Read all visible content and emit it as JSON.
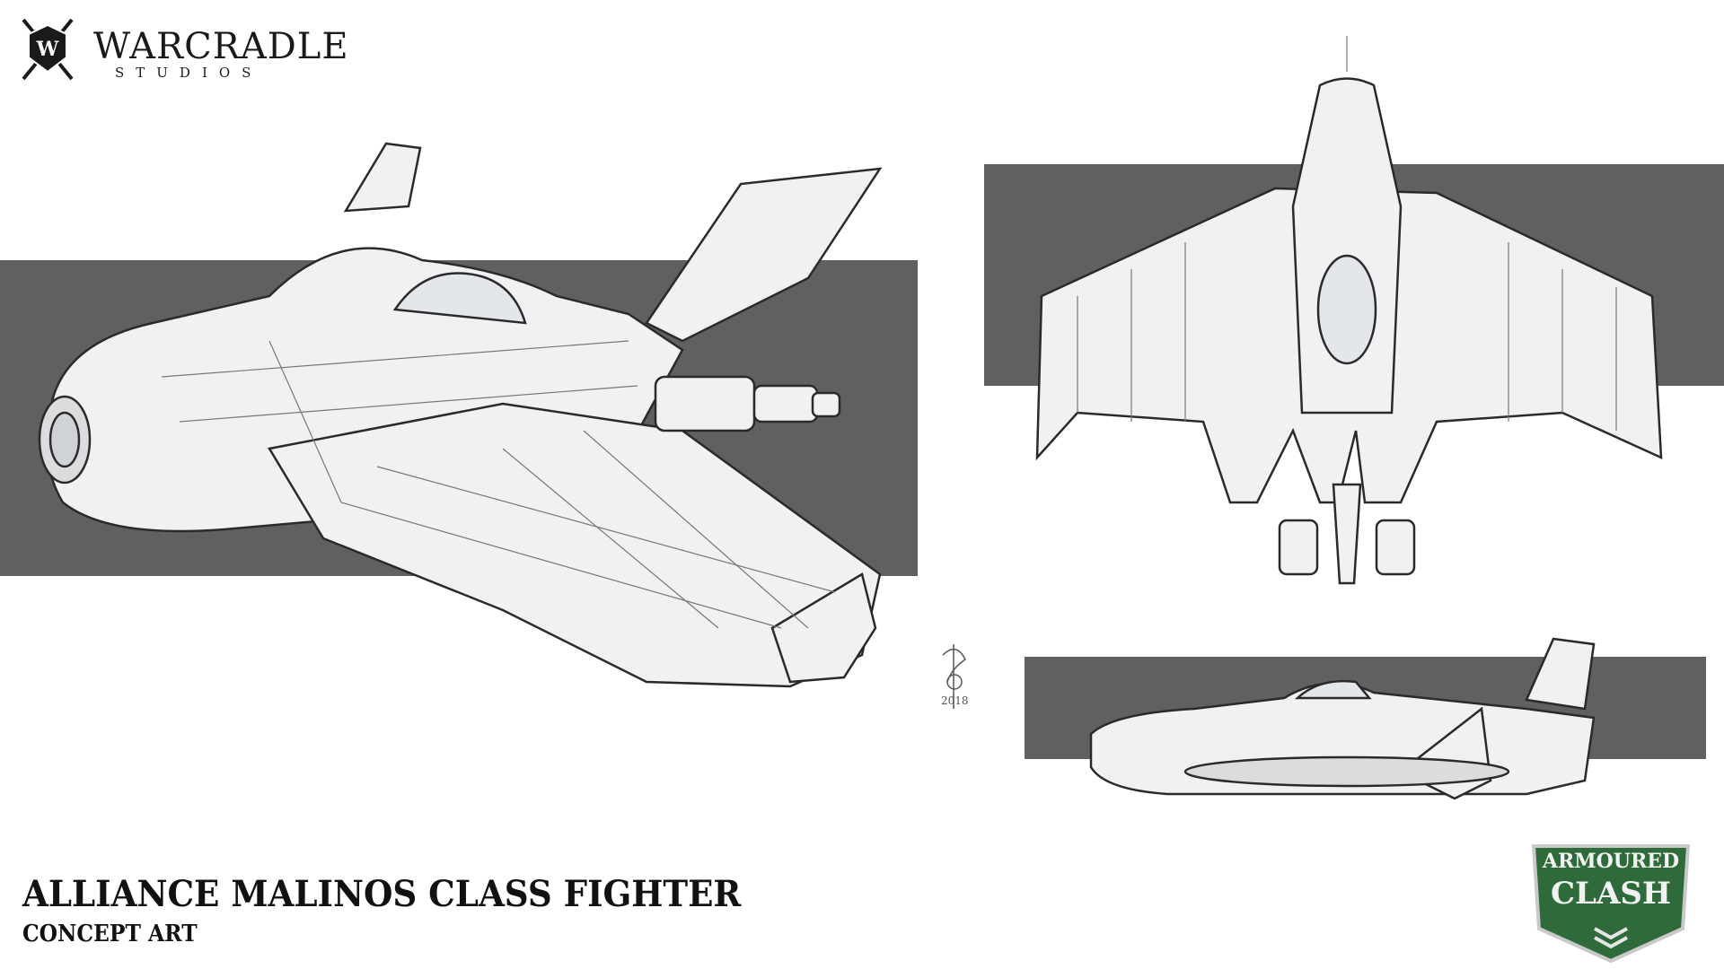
{
  "brand": {
    "name": "WARCRADLE",
    "sub": "STUDIOS",
    "icon": "shield-swords-icon"
  },
  "title": "ALLIANCE MALINOS CLASS FIGHTER",
  "subtitle": "CONCEPT ART",
  "badge": {
    "line1": "ARMOURED",
    "line2": "CLASH",
    "icon": "chevron-rank-icon"
  },
  "signature_year": "2018",
  "colors": {
    "band": "#606060",
    "badge_green": "#2f6b3a",
    "ink": "#2a2a2a"
  }
}
